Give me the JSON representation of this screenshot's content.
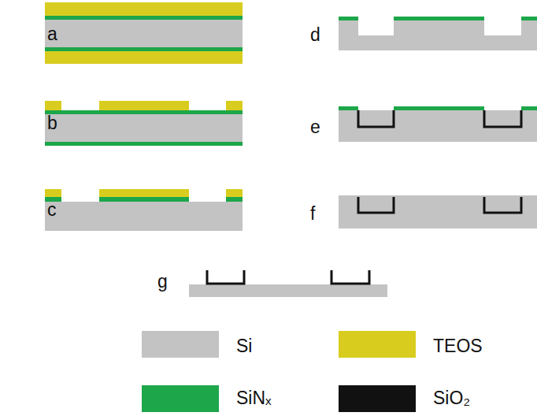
{
  "diagram": {
    "labels": [
      "a",
      "b",
      "c",
      "d",
      "e",
      "f",
      "g"
    ],
    "legend": [
      {
        "text": "Si",
        "color": "#c3c3c3"
      },
      {
        "text": "TEOS",
        "color": "#d8cd1e"
      },
      {
        "text": "SiNₓ",
        "color": "#1da64a"
      },
      {
        "text": "SiO₂",
        "color": "#111111"
      }
    ]
  }
}
